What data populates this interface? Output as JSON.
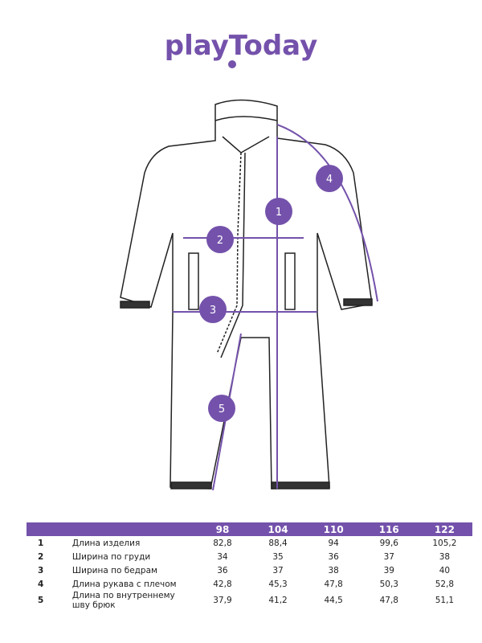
{
  "brand": {
    "logo_text": "playToday",
    "color": "#7452ab"
  },
  "callouts": [
    "1",
    "2",
    "3",
    "4",
    "5"
  ],
  "size_table": {
    "sizes": [
      "98",
      "104",
      "110",
      "116",
      "122"
    ],
    "rows": [
      {
        "num": "1",
        "label": "Длина изделия",
        "values": [
          "82,8",
          "88,4",
          "94",
          "99,6",
          "105,2"
        ]
      },
      {
        "num": "2",
        "label": "Ширина по груди",
        "values": [
          "34",
          "35",
          "36",
          "37",
          "38"
        ]
      },
      {
        "num": "3",
        "label": "Ширина по бедрам",
        "values": [
          "36",
          "37",
          "38",
          "39",
          "40"
        ]
      },
      {
        "num": "4",
        "label": "Длина рукава с плечом",
        "values": [
          "42,8",
          "45,3",
          "47,8",
          "50,3",
          "52,8"
        ]
      },
      {
        "num": "5",
        "label": "Длина по внутреннему шву брюк",
        "values": [
          "37,9",
          "41,2",
          "44,5",
          "47,8",
          "51,1"
        ]
      }
    ]
  }
}
